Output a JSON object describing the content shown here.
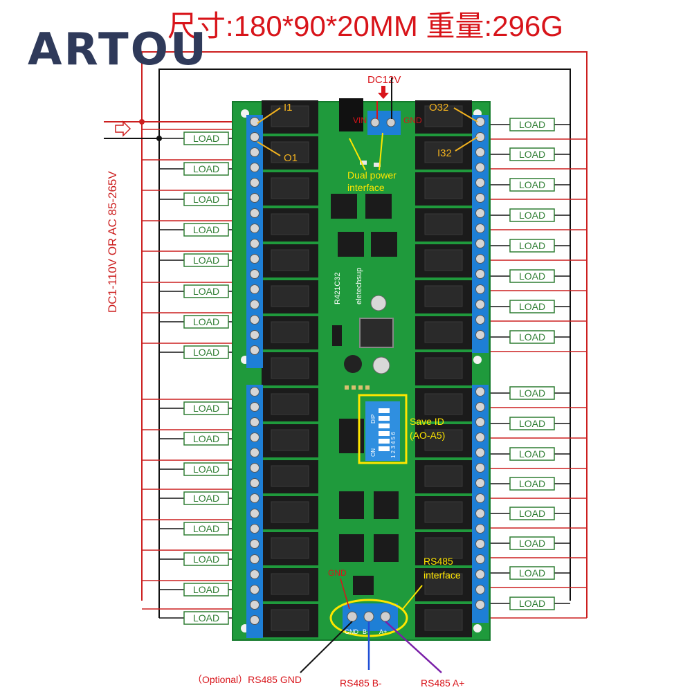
{
  "header": {
    "brand": "ARTOU",
    "spec": "尺寸:180*90*20MM  重量:296G"
  },
  "power": {
    "input_label": "DC1-110V OR AC 85-265V",
    "dc_label": "DC12V",
    "vin_label": "VIN",
    "gnd_label": "GND",
    "dual_power_label": [
      "Dual power",
      "interface"
    ]
  },
  "board": {
    "model_text": "R421C32",
    "maker_text": "eletechsup"
  },
  "relay_labels": {
    "i1": "I1",
    "o1": "O1",
    "o32": "O32",
    "i32": "I32"
  },
  "load": {
    "label": "LOAD",
    "left_count": 16,
    "right_count": 16
  },
  "dip": {
    "save_id_label": [
      "Save ID",
      "(AO-A5)"
    ],
    "on_text": "ON",
    "dip_text": "DIP",
    "numbers": "1 2 3 4 5 6"
  },
  "rs485": {
    "interface_label": [
      "RS485",
      "interface"
    ],
    "gnd_pin": "GND",
    "b_pin": "B-",
    "a_pin": "A+",
    "gnd_caption": "（Optional）RS485 GND",
    "b_caption": "RS485 B-",
    "a_caption": "RS485 A+"
  },
  "colors": {
    "red_wire": "#cc1f1f",
    "black_wire": "#111111",
    "board_green": "#1f9a3c",
    "terminal_blue": "#1e7fd6",
    "relay_black": "#1b1b1b",
    "load_green": "#2e7d32",
    "annotation_yellow": "#ffe600",
    "brand_navy": "#2f3a5a",
    "rs485_blue": "#1f4fd6",
    "rs485_purple": "#7a1fa8"
  }
}
